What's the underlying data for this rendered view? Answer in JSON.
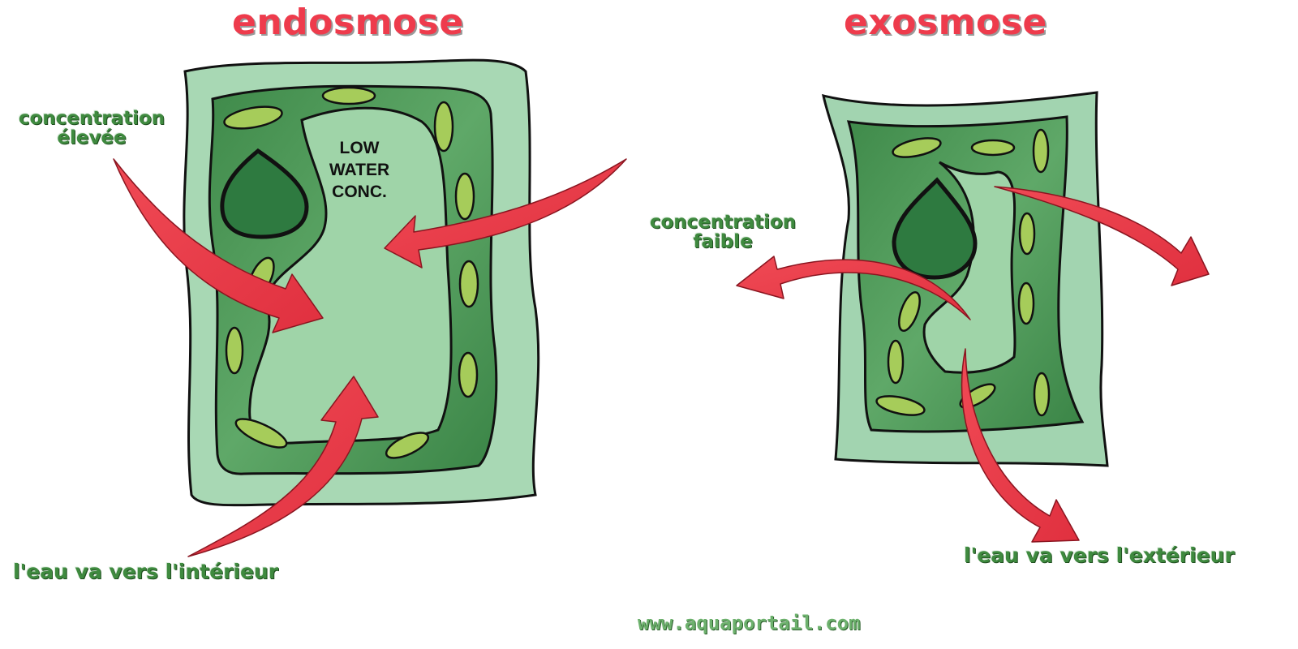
{
  "titles": {
    "left": "endosmose",
    "right": "exosmose"
  },
  "labels": {
    "high_conc_line1": "concentration",
    "high_conc_line2": "élevée",
    "low_water_line1": "LOW",
    "low_water_line2": "WATER",
    "low_water_line3": "CONC.",
    "low_conc_line1": "concentration",
    "low_conc_line2": "faible",
    "water_in": "l'eau va vers l'intérieur",
    "water_out": "l'eau va vers l'extérieur"
  },
  "footer": {
    "url": "www.aquaportail.com"
  },
  "colors": {
    "title": "#ee3b4c",
    "arrow": "#ee3b4c",
    "cell_wall": "#a8d8b4",
    "cytoplasm": "#4f9a5a",
    "vacuole": "#9fd4a8",
    "chloroplast": "#a6cc5a",
    "nucleus": "#2e7a40",
    "label_text": "#3f8a3f"
  }
}
